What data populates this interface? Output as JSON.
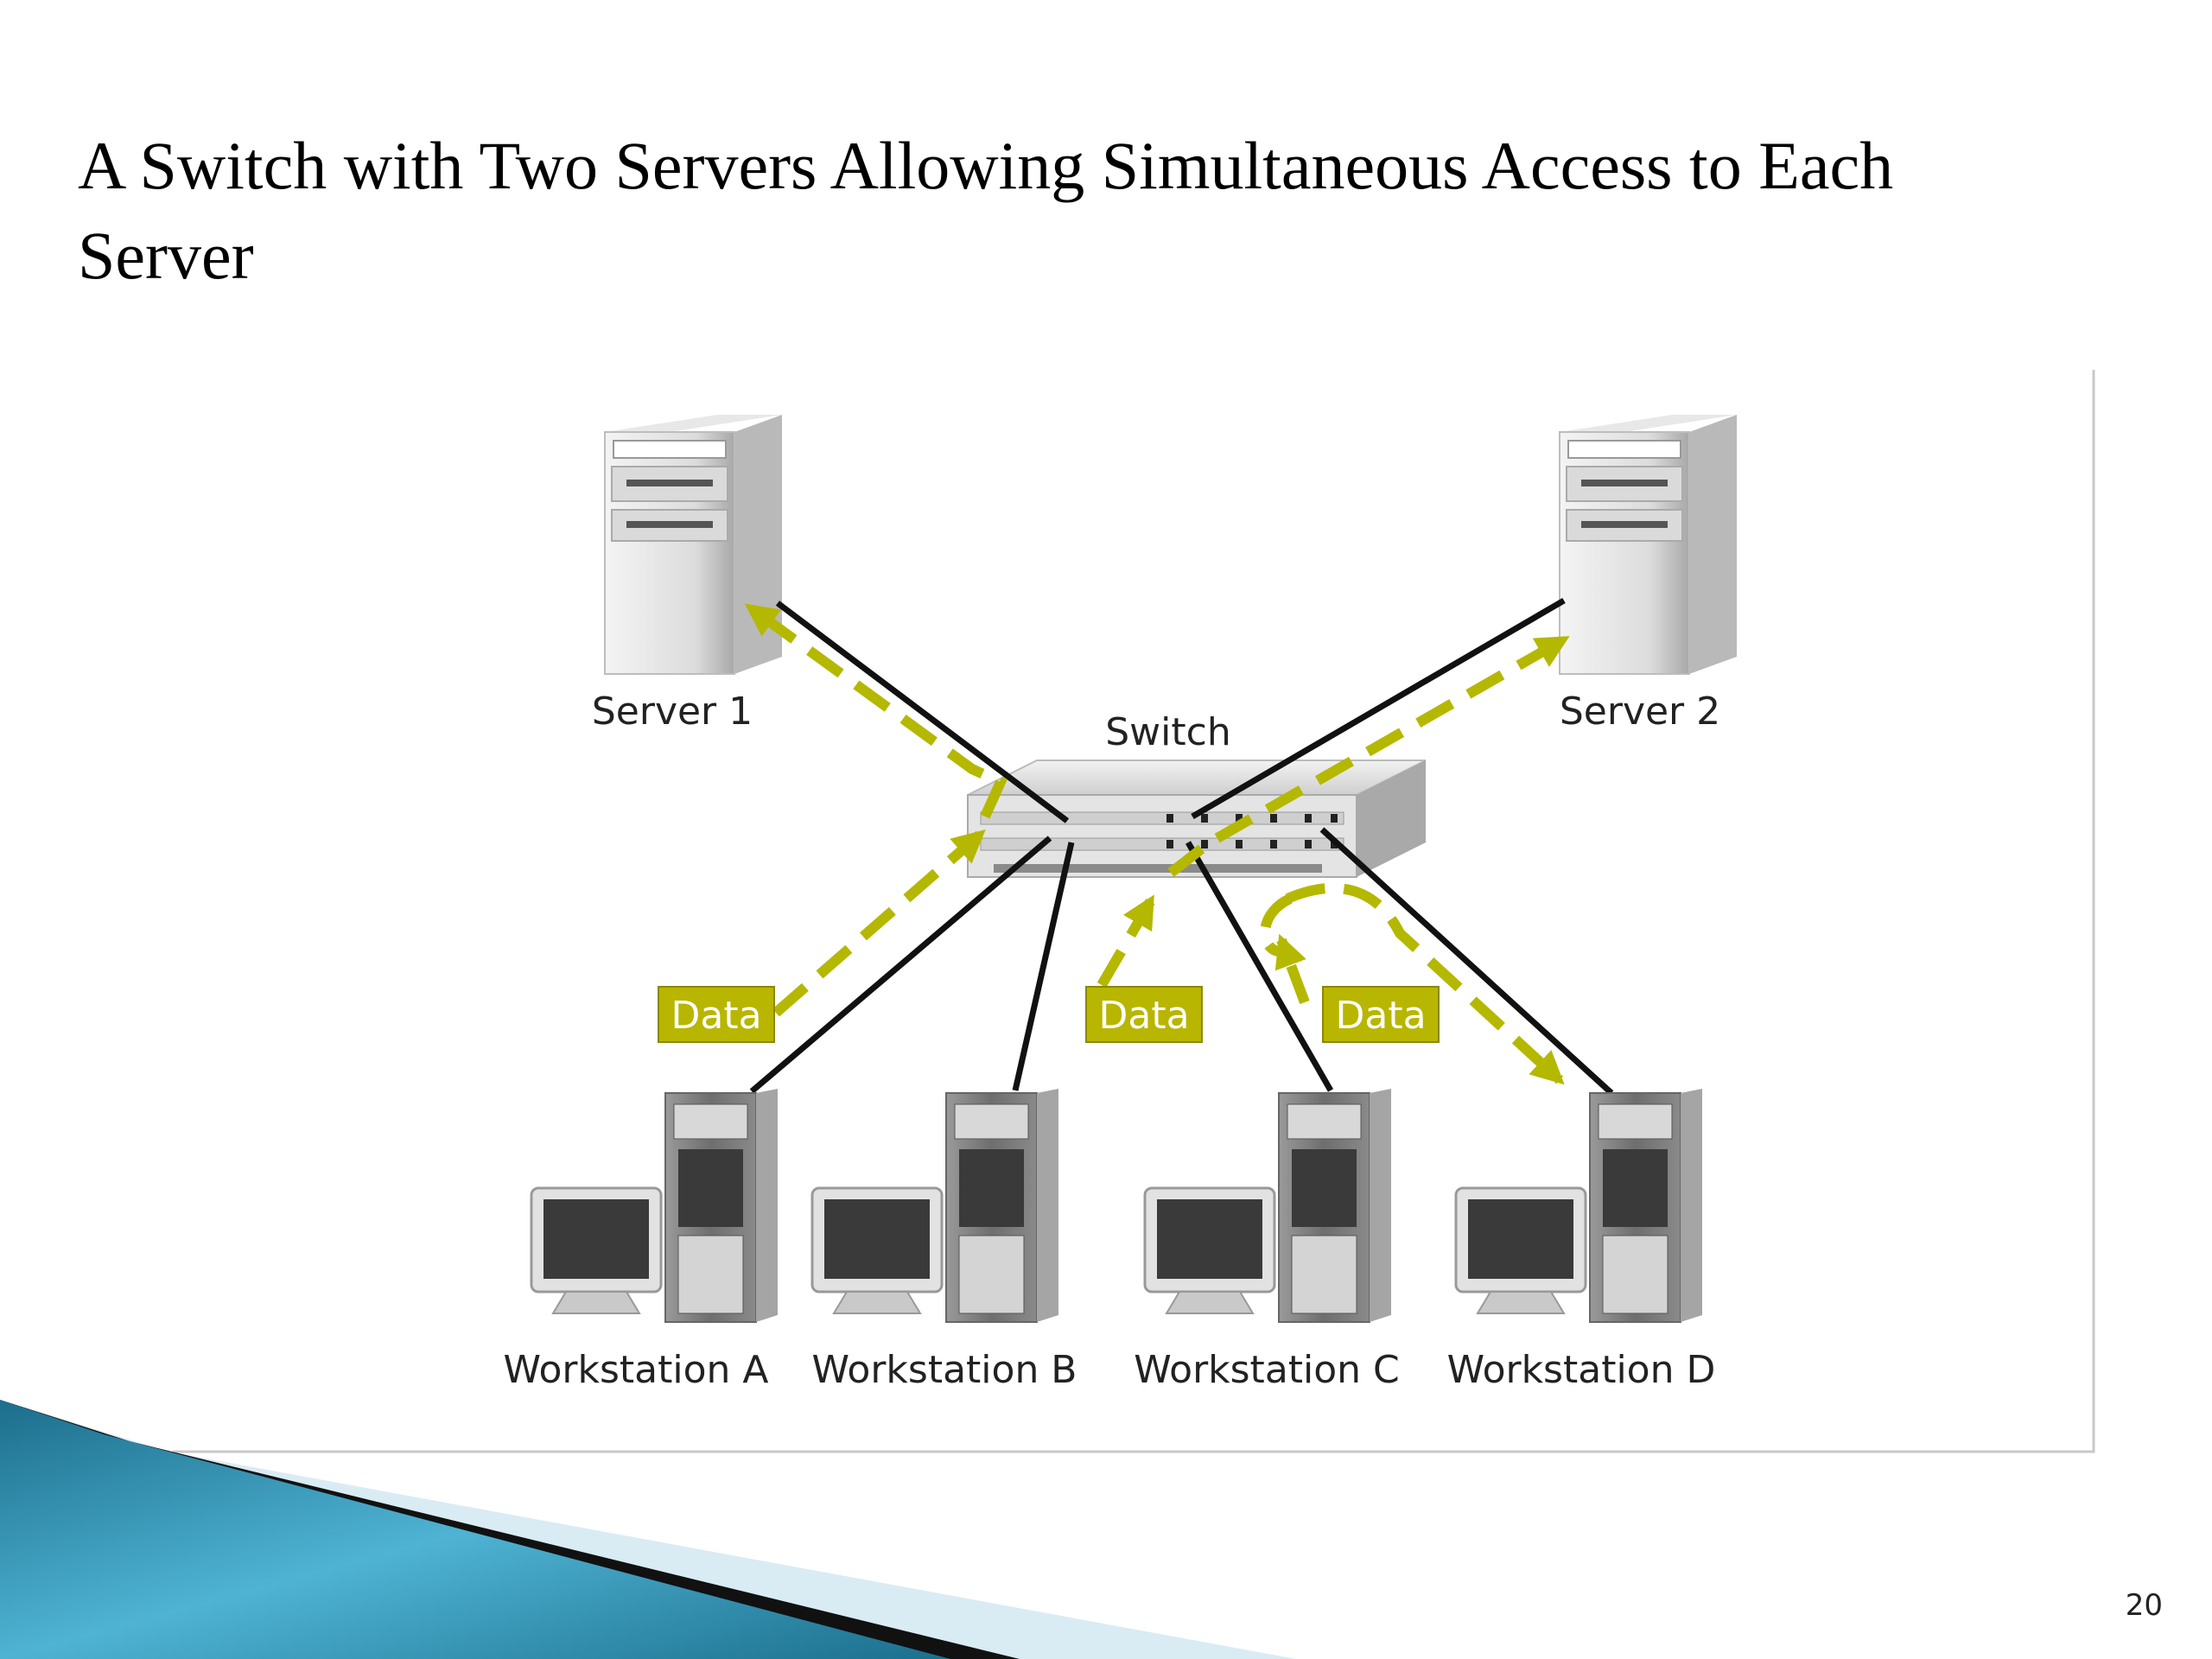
{
  "slide": {
    "title": "A Switch with Two Servers Allowing Simultaneous Access to Each Server",
    "page_number": "20"
  },
  "diagram": {
    "switch_label": "Switch",
    "servers": [
      {
        "label": "Server 1"
      },
      {
        "label": "Server 2"
      }
    ],
    "workstations": [
      {
        "label": "Workstation A"
      },
      {
        "label": "Workstation B"
      },
      {
        "label": "Workstation C"
      },
      {
        "label": "Workstation D"
      }
    ],
    "data_tags": [
      {
        "label": "Data"
      },
      {
        "label": "Data"
      },
      {
        "label": "Data"
      }
    ]
  },
  "colors": {
    "data_flow": "#b5b800",
    "data_tag": "#b8b600",
    "cable": "#111111",
    "deco_teal": "#2a8fae"
  }
}
